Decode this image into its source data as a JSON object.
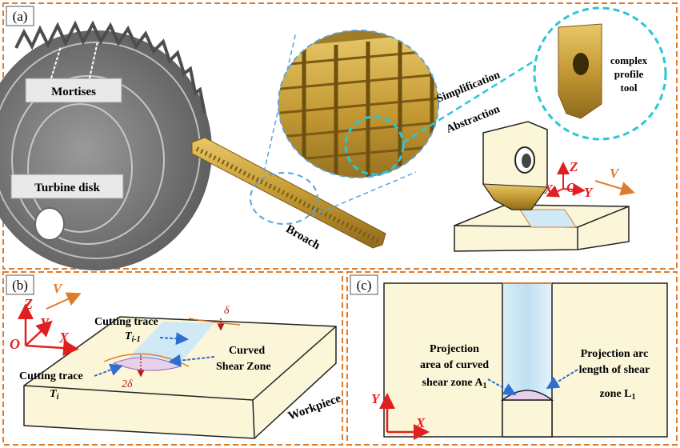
{
  "panels": {
    "a": {
      "tag": "(a)",
      "mortises_label": "Mortises",
      "turbine_label": "Turbine disk",
      "broach_label": "Broach",
      "simplification_label": "Simplification",
      "abstraction_label": "Abstraction",
      "tool_label_1": "complex",
      "tool_label_2": "profile",
      "tool_label_3": "tool",
      "axis_z": "Z",
      "axis_x": "X",
      "axis_o": "O",
      "axis_y": "Y",
      "velocity": "V"
    },
    "b": {
      "tag": "(b)",
      "axis_z": "Z",
      "axis_y": "Y",
      "axis_x": "X",
      "axis_o": "O",
      "velocity": "V",
      "trace_prev_1": "Cutting trace",
      "trace_prev_2": "T",
      "trace_prev_sub": "i-1",
      "trace_cur_1": "Cutting trace",
      "trace_cur_2": "T",
      "trace_cur_sub": "i",
      "shear_1": "Curved",
      "shear_2": "Shear Zone",
      "delta": "δ",
      "two_delta": "2δ",
      "workpiece": "Workpiece"
    },
    "c": {
      "tag": "(c)",
      "proj_area_1": "Projection",
      "proj_area_2": "area of curved",
      "proj_area_3": "shear  zone A",
      "proj_area_sub": "1",
      "proj_arc_1": "Projection arc",
      "proj_arc_2": "length of shear",
      "proj_arc_3": "zone L",
      "proj_arc_sub": "1",
      "axis_y": "Y",
      "axis_x": "X"
    }
  },
  "colors": {
    "dash_border": "#e07b2a",
    "dash_blue": "#5ba3d9",
    "cyan": "#27c7d8",
    "gold": "#c9a13a",
    "axis_red": "#e02020",
    "arrow_blue": "#2f6fd0",
    "velocity_orange": "#e07b2a",
    "block": "#fbf6d8"
  }
}
